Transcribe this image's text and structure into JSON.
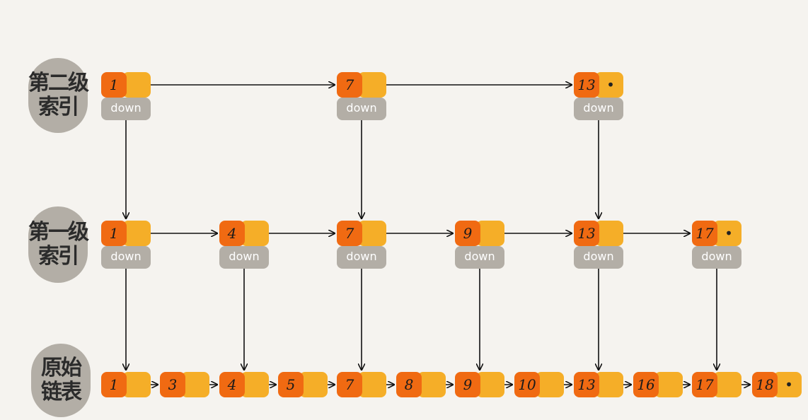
{
  "labels": {
    "level2": [
      "第二级",
      "索引"
    ],
    "level1": [
      "第一级",
      "索引"
    ],
    "base": [
      "原始",
      "链表"
    ]
  },
  "down_label": "down",
  "terminator_symbol": "•",
  "colors": {
    "background": "#f5f3ef",
    "value_box": "#f06a12",
    "pointer_box": "#f5ae28",
    "down_box": "#b3aea6",
    "label_bubble": "#b3aea6",
    "arrow": "#111111"
  },
  "levels": {
    "level2": [
      1,
      7,
      13
    ],
    "level1": [
      1,
      4,
      7,
      9,
      13,
      17
    ],
    "base": [
      1,
      3,
      4,
      5,
      7,
      8,
      9,
      10,
      13,
      16,
      17,
      18
    ]
  }
}
